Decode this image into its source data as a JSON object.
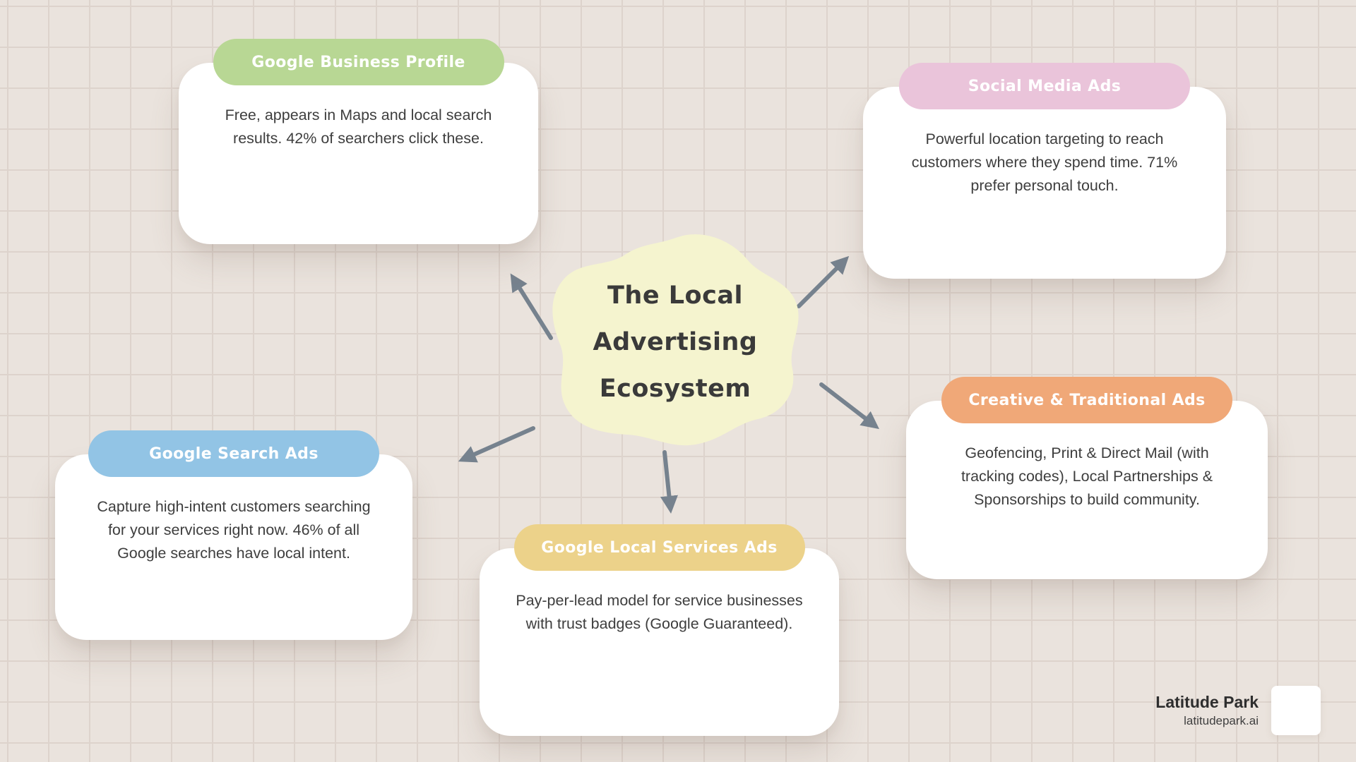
{
  "background": {
    "color": "#eae3dd",
    "grid_color": "#ddd3cc"
  },
  "arrow_color": "#76828e",
  "center": {
    "blob_color": "#f5f4cf",
    "title_lines": [
      "The Local",
      "Advertising",
      "Ecosystem"
    ]
  },
  "nodes": [
    {
      "id": "google-business-profile",
      "label": "Google Business Profile",
      "pill_color": "#b8d794",
      "body": "Free, appears in Maps and local search results. 42% of searchers click these."
    },
    {
      "id": "social-media-ads",
      "label": "Social Media Ads",
      "pill_color": "#eac4da",
      "body": "Powerful location targeting to reach customers where they spend time. 71% prefer personal touch."
    },
    {
      "id": "google-search-ads",
      "label": "Google Search Ads",
      "pill_color": "#92c4e5",
      "body": "Capture high-intent customers searching for your services right now. 46% of all Google searches have local intent."
    },
    {
      "id": "google-local-services-ads",
      "label": "Google Local Services Ads",
      "pill_color": "#ecd28a",
      "body": "Pay-per-lead model for service businesses with trust badges (Google Guaranteed)."
    },
    {
      "id": "creative-traditional-ads",
      "label": "Creative & Traditional Ads",
      "pill_color": "#f0a878",
      "body": "Geofencing, Print & Direct Mail (with tracking codes), Local Partnerships & Sponsorships to build community."
    }
  ],
  "footer": {
    "brand": "Latitude Park",
    "url": "latitudepark.ai"
  }
}
